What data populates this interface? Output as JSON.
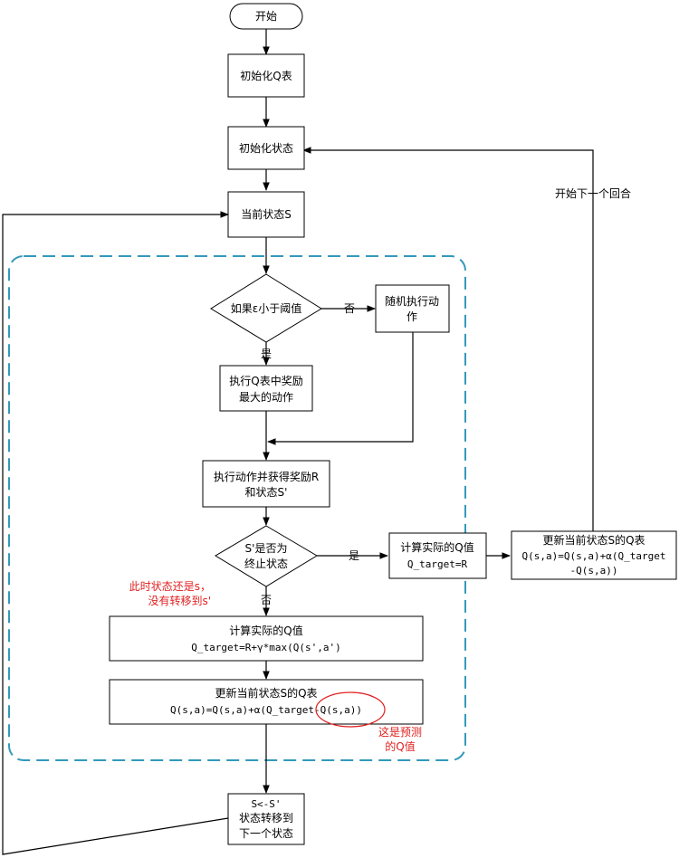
{
  "nodes": {
    "start": "开始",
    "init_q": "初始化Q表",
    "init_state": "初始化状态",
    "current_state": "当前状态S",
    "decision_epsilon": "如果ε小于阈值",
    "random_action": [
      "随机执行动",
      "作"
    ],
    "max_reward_action": [
      "执行Q表中奖励",
      "最大的动作"
    ],
    "execute_action": [
      "执行动作并获得奖励R",
      "和状态S'"
    ],
    "decision_terminal": [
      "S'是否为",
      "终止状态"
    ],
    "calc_actual_terminal": [
      "计算实际的Q值",
      "Q_target=R"
    ],
    "update_q_terminal": [
      "更新当前状态S的Q表",
      "Q(s,a)=Q(s,a)+α(Q_target",
      "-Q(s,a))"
    ],
    "calc_actual": [
      "计算实际的Q值",
      "Q_target=R+γ*max(Q(s',a')"
    ],
    "update_q": [
      "更新当前状态S的Q表",
      "Q(s,a)=Q(s,a)+α(Q_target-Q(s,a))"
    ],
    "transition": [
      "S<-S'",
      "状态转移到",
      "下一个状态"
    ]
  },
  "edge_labels": {
    "no_random": "否",
    "yes_greedy": "是",
    "yes_terminal": "是",
    "no_terminal": "否",
    "next_episode": "开始下一个回合"
  },
  "annotations": {
    "state_note": [
      "此时状态还是s，",
      "没有转移到s'"
    ],
    "predicted_note": [
      "这是预测",
      "的Q值"
    ]
  },
  "colors": {
    "loop_boundary": "#3399bb",
    "annotation": "#e02020"
  }
}
